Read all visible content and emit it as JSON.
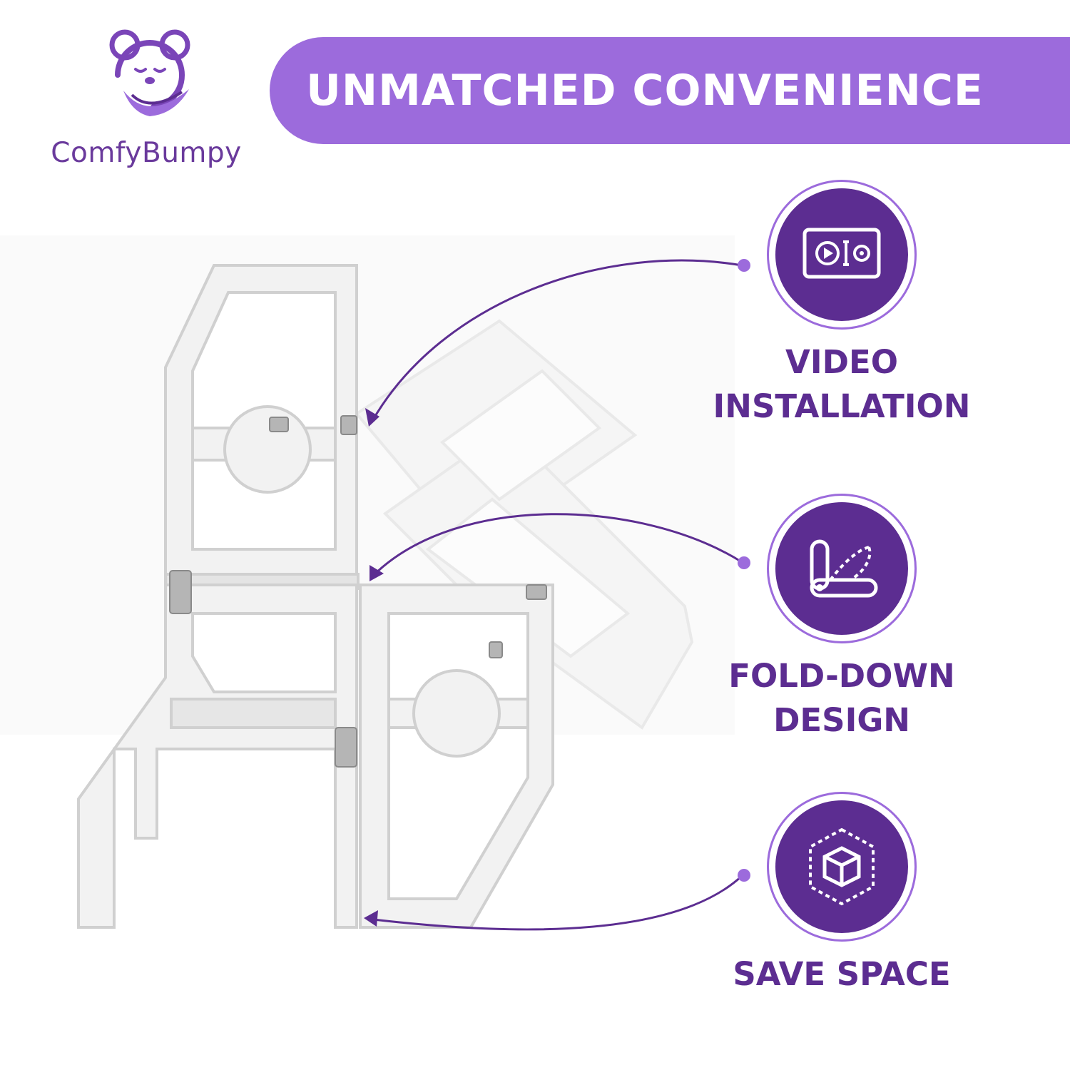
{
  "brand": {
    "name": "ComfyBumpy"
  },
  "banner": {
    "title": "UNMATCHED CONVENIENCE"
  },
  "features": [
    {
      "icon": "video-tools-icon",
      "lines": [
        "VIDEO",
        "INSTALLATION"
      ]
    },
    {
      "icon": "folding-tool-icon",
      "lines": [
        "FOLD-DOWN",
        "DESIGN"
      ]
    },
    {
      "icon": "box-space-icon",
      "lines": [
        "SAVE SPACE"
      ]
    }
  ],
  "colors": {
    "primary": "#5c2d91",
    "accent": "#9c6bdc",
    "text": "#6a3a9c",
    "background": "#ffffff"
  }
}
